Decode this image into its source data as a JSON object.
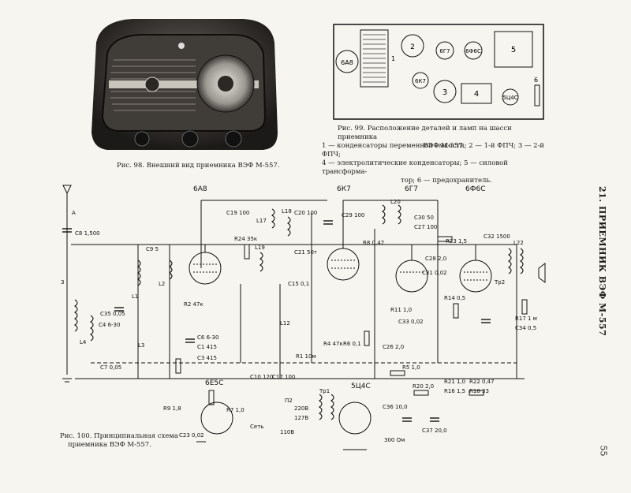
{
  "fig98": {
    "caption": "Рис. 98. Внешний вид приемника ВЭФ М-557."
  },
  "fig99": {
    "caption_line1": "Рис. 99. Расположение деталей и ламп на шасси приемника",
    "caption_line2": "ВЭФ М-557.",
    "legend_line1": "1 — конденсаторы переменной емкости; 2 — 1-й ФПЧ; 3 — 2-й ФПЧ;",
    "legend_line2": "4 — электролитические конденсаторы; 5 — силовой трансформа-",
    "legend_line3": "тор; 6 — предохранитель.",
    "labels": {
      "tube1": "6А8",
      "c2": "2",
      "tube2": "6Г7",
      "tube3": "6Ф6С",
      "c5": "5",
      "tube4": "6К7",
      "c3": "3",
      "c4": "4",
      "tube5": "5Ц4С",
      "c1": "1",
      "c6": "6"
    }
  },
  "fig100": {
    "caption_line1": "Рис. 100. Принципиальная схема",
    "caption_line2": "приемника ВЭФ М-557."
  },
  "schematic": {
    "tube_6a8": "6А8",
    "tube_6k7": "6К7",
    "tube_6g7": "6Г7",
    "tube_6f6s": "6Ф6С",
    "tube_6e5s": "6Е5С",
    "tube_5c4s": "5Ц4С",
    "antenna": "А",
    "ground": "З",
    "c8": "C8 1,500",
    "c9": "C9 5",
    "c19": "C19 100",
    "c20": "C20 100",
    "c21": "C21 50т",
    "c29": "C29 100",
    "c30": "C30 50",
    "c27": "C27 100",
    "c32": "C32 1500",
    "c28": "C28 2,0",
    "r24": "R24 35к",
    "l17": "L17",
    "l18": "L18",
    "l19": "L19",
    "l20": "L20",
    "l22": "L22",
    "l2": "L2",
    "l1": "L1",
    "l3": "L3",
    "l4": "L4",
    "l12": "L12",
    "r8": "R8 0,47",
    "r23": "R23 1,5",
    "c31": "C31 0,02",
    "r14": "R14 0,5",
    "r2": "R2 47к",
    "c1": "C1 415",
    "c6": "C6 6-30",
    "c15": "C15 0,1",
    "r4": "R4 47к",
    "r6": "R6 0,1",
    "r11": "R11 1,0",
    "r1": "R1 10м",
    "c10": "C10 120",
    "c17": "C17 100",
    "r9": "R9 1,8",
    "r7": "R7 1,0",
    "c33": "C33 0,02",
    "r5": "R5 1,0",
    "r20": "R20 2,0",
    "r21": "R21 1,0",
    "r22": "R22 0,47",
    "r16": "R16 1,5",
    "r18": "R18 33",
    "c36": "C36 10,0",
    "c37": "C37 20,0",
    "r300": "300 Ом",
    "c26": "C26 2,0",
    "c34": "C34 0,5",
    "r17": "R17 1 м",
    "tr1": "Тр1",
    "tr2": "Тр2",
    "set": "Сеть",
    "v127": "127В",
    "v220": "220В",
    "v110": "110В",
    "p2": "П2",
    "c7": "C7 0,05",
    "c35": "C35 0,05",
    "c3": "C3 415",
    "c4": "C4 6-30",
    "c23": "C23 0,02"
  },
  "side": {
    "header": "21. ПРИЕМНИК ВЭФ М-557",
    "page": "55"
  }
}
